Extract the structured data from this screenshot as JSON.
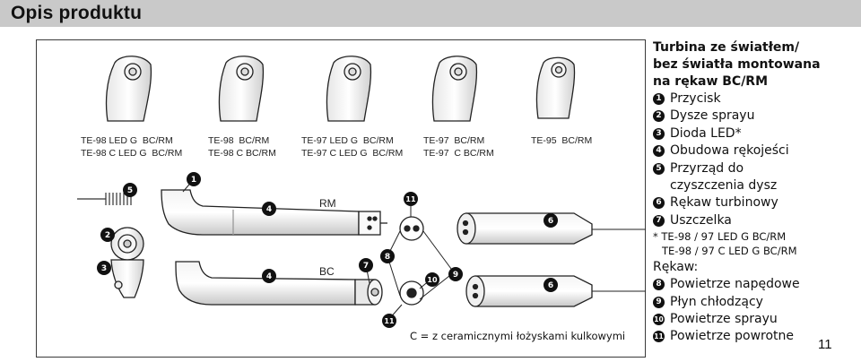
{
  "header": {
    "title": "Opis produktu"
  },
  "figure": {
    "model_labels": [
      "TE-98 LED G  BC/RM\nTE-98 C LED G  BC/RM",
      "TE-98  BC/RM\nTE-98 C BC/RM",
      "TE-97 LED G  BC/RM\nTE-97 C LED G  BC/RM",
      "TE-97  BC/RM\nTE-97  C BC/RM",
      "TE-95  BC/RM"
    ],
    "rm_label": "RM",
    "bc_label": "BC",
    "callouts": [
      "1",
      "2",
      "3",
      "4",
      "4",
      "5",
      "6",
      "6",
      "7",
      "8",
      "9",
      "10",
      "11",
      "11"
    ],
    "caption": "C = z ceramicznymi łożyskami kulkowymi"
  },
  "legend": {
    "heading_lines": [
      "Turbina ze światłem/",
      "bez światła montowana",
      "na rękaw BC/RM"
    ],
    "parts": [
      {
        "num": "1",
        "label": "Przycisk"
      },
      {
        "num": "2",
        "label": "Dysze sprayu"
      },
      {
        "num": "3",
        "label": "Dioda LED*"
      },
      {
        "num": "4",
        "label": "Obudowa rękojeści"
      },
      {
        "num": "5",
        "label": "Przyrząd do"
      },
      {
        "num": "6",
        "label": "Rękaw turbinowy"
      },
      {
        "num": "7",
        "label": "Uszczelka"
      }
    ],
    "part5_cont": "czyszczenia dysz",
    "note_line1": "* TE-98 / 97 LED G BC/RM",
    "note_line2": "TE-98 / 97 C LED G BC/RM",
    "sleeve_heading": "Rękaw:",
    "sleeve": [
      {
        "num": "8",
        "label": "Powietrze napędowe"
      },
      {
        "num": "9",
        "label": "Płyn chłodzący"
      },
      {
        "num": "10",
        "label": "Powietrze sprayu"
      },
      {
        "num": "11",
        "label": "Powietrze powrotne"
      }
    ]
  },
  "page_number": "11"
}
